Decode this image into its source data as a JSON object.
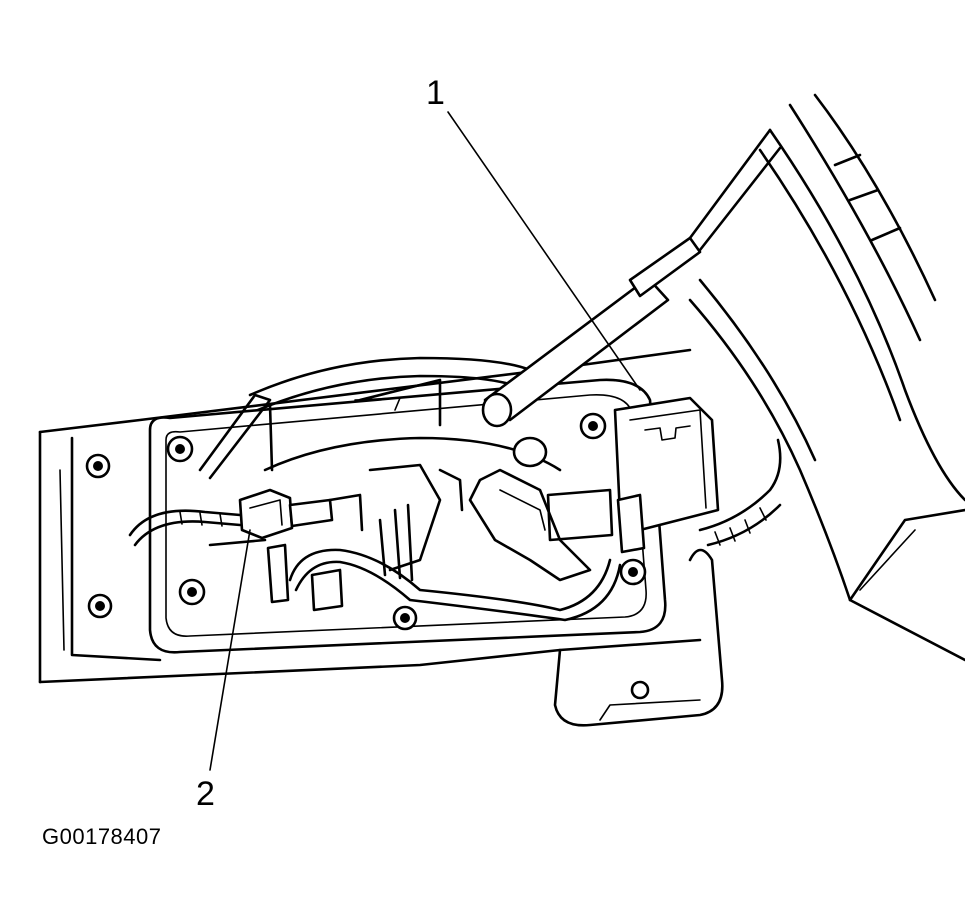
{
  "callouts": [
    {
      "number": "1"
    },
    {
      "number": "2"
    }
  ],
  "figure_id": "G00178407",
  "colors": {
    "line": "#000000",
    "background": "#ffffff"
  }
}
